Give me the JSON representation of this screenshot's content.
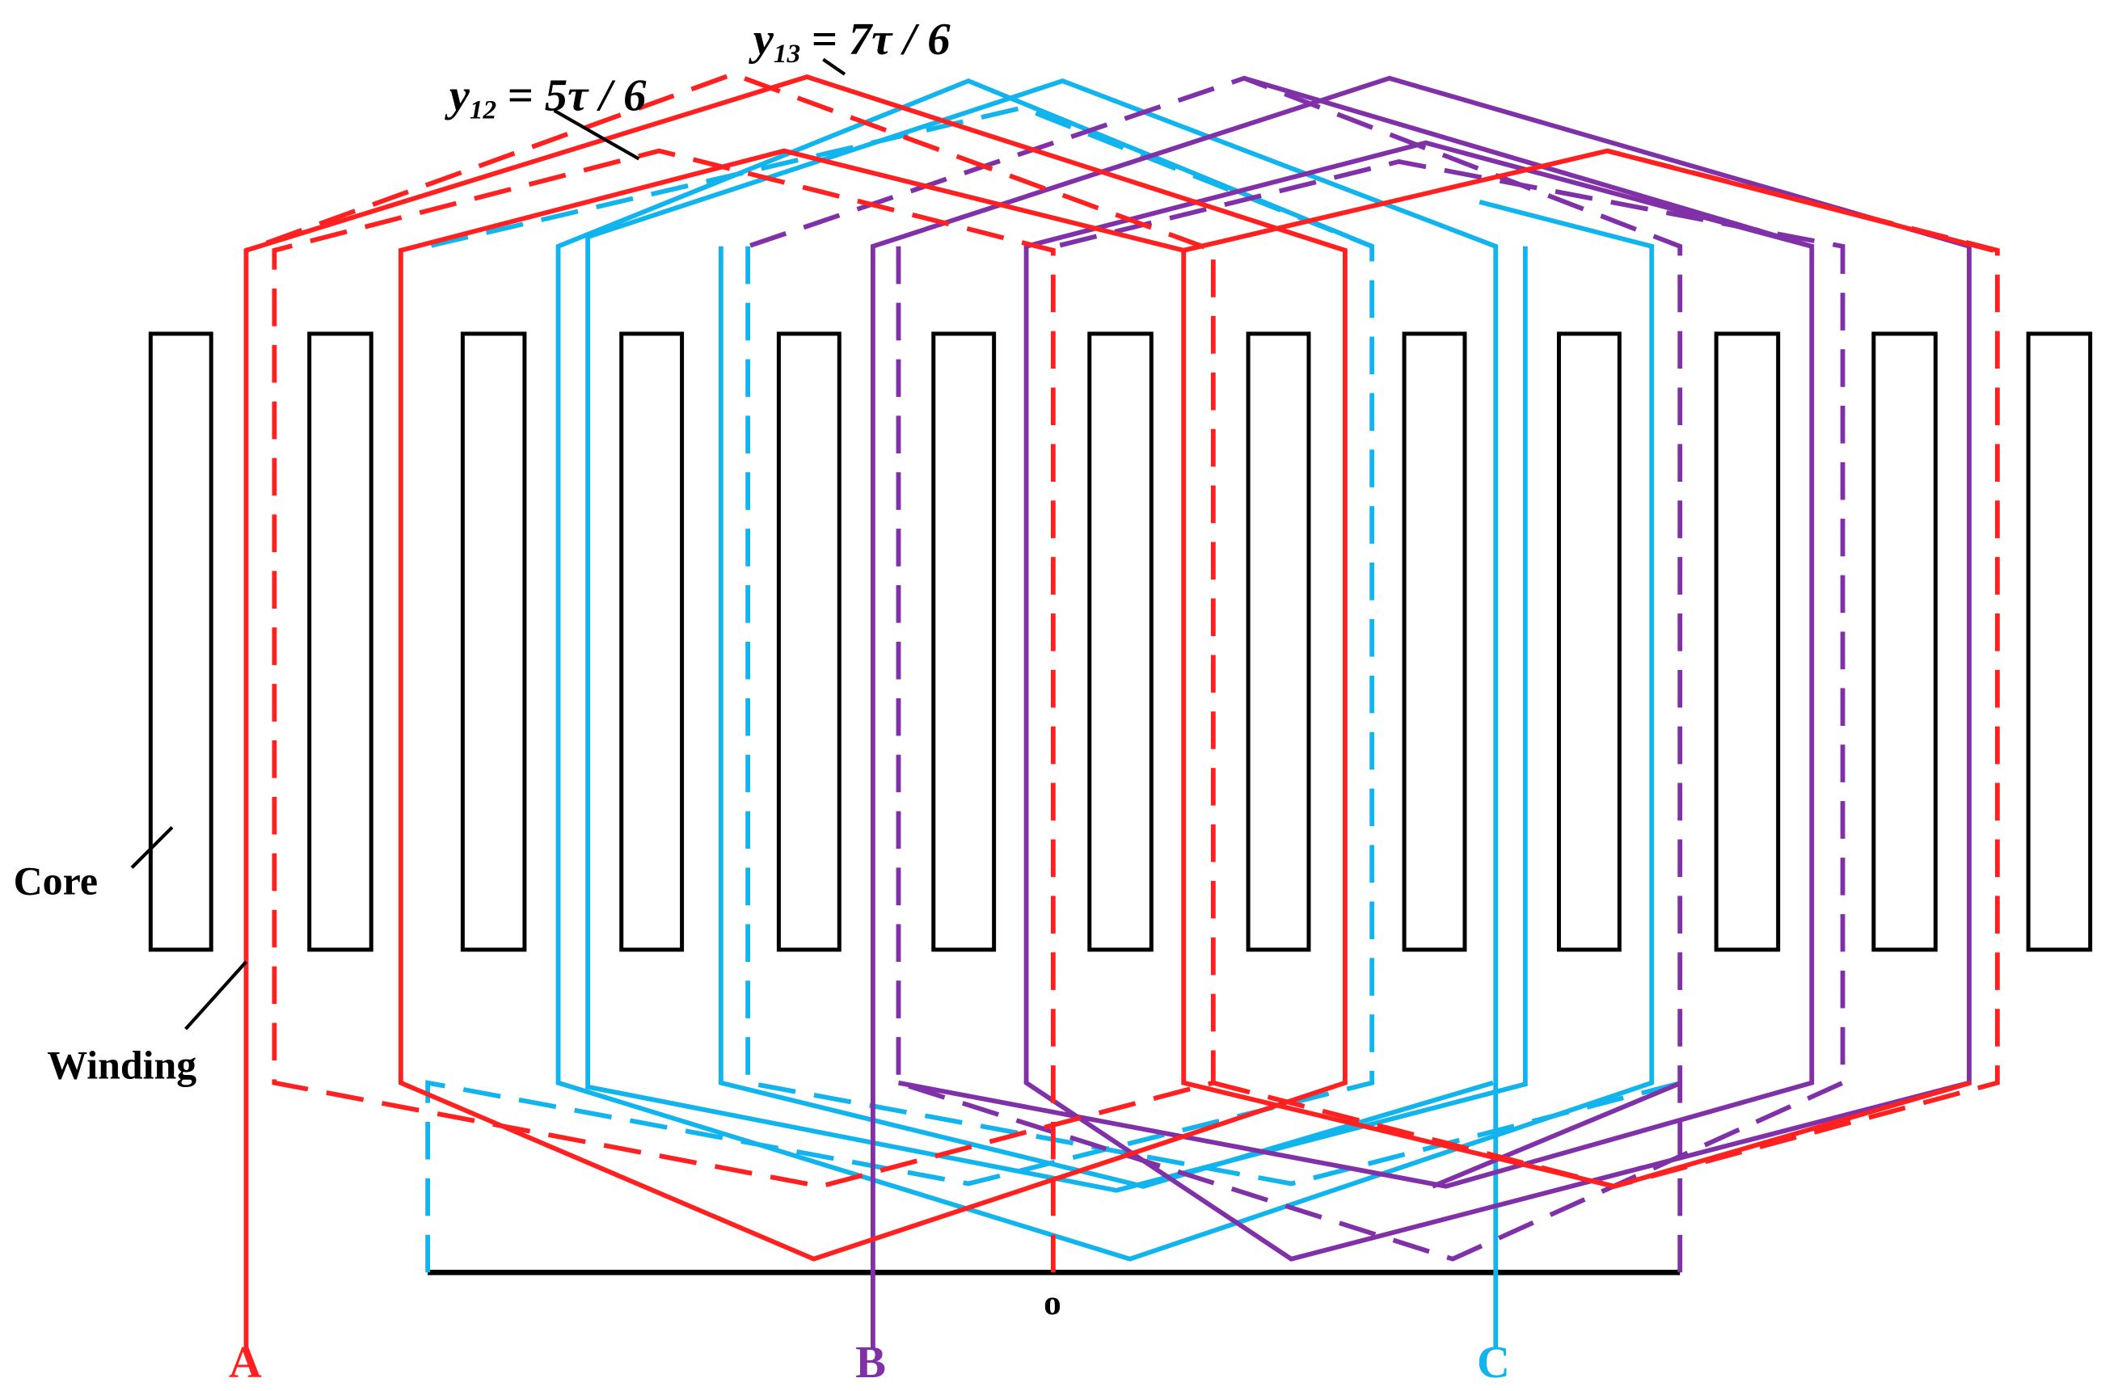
{
  "labels": {
    "core": "Core",
    "winding": "Winding",
    "neutral": "o",
    "phase_a": "A",
    "phase_b": "B",
    "phase_c": "C"
  },
  "pitch_labels": {
    "y12_var": "y",
    "y12_sub": "12",
    "y12_rhs": "= 5τ / 6",
    "y13_var": "y",
    "y13_sub": "13",
    "y13_rhs": "= 7τ / 6"
  },
  "colors": {
    "phase_a": "#ff2020",
    "phase_b": "#8031a7",
    "phase_c": "#12b4ee",
    "core": "#000000"
  }
}
